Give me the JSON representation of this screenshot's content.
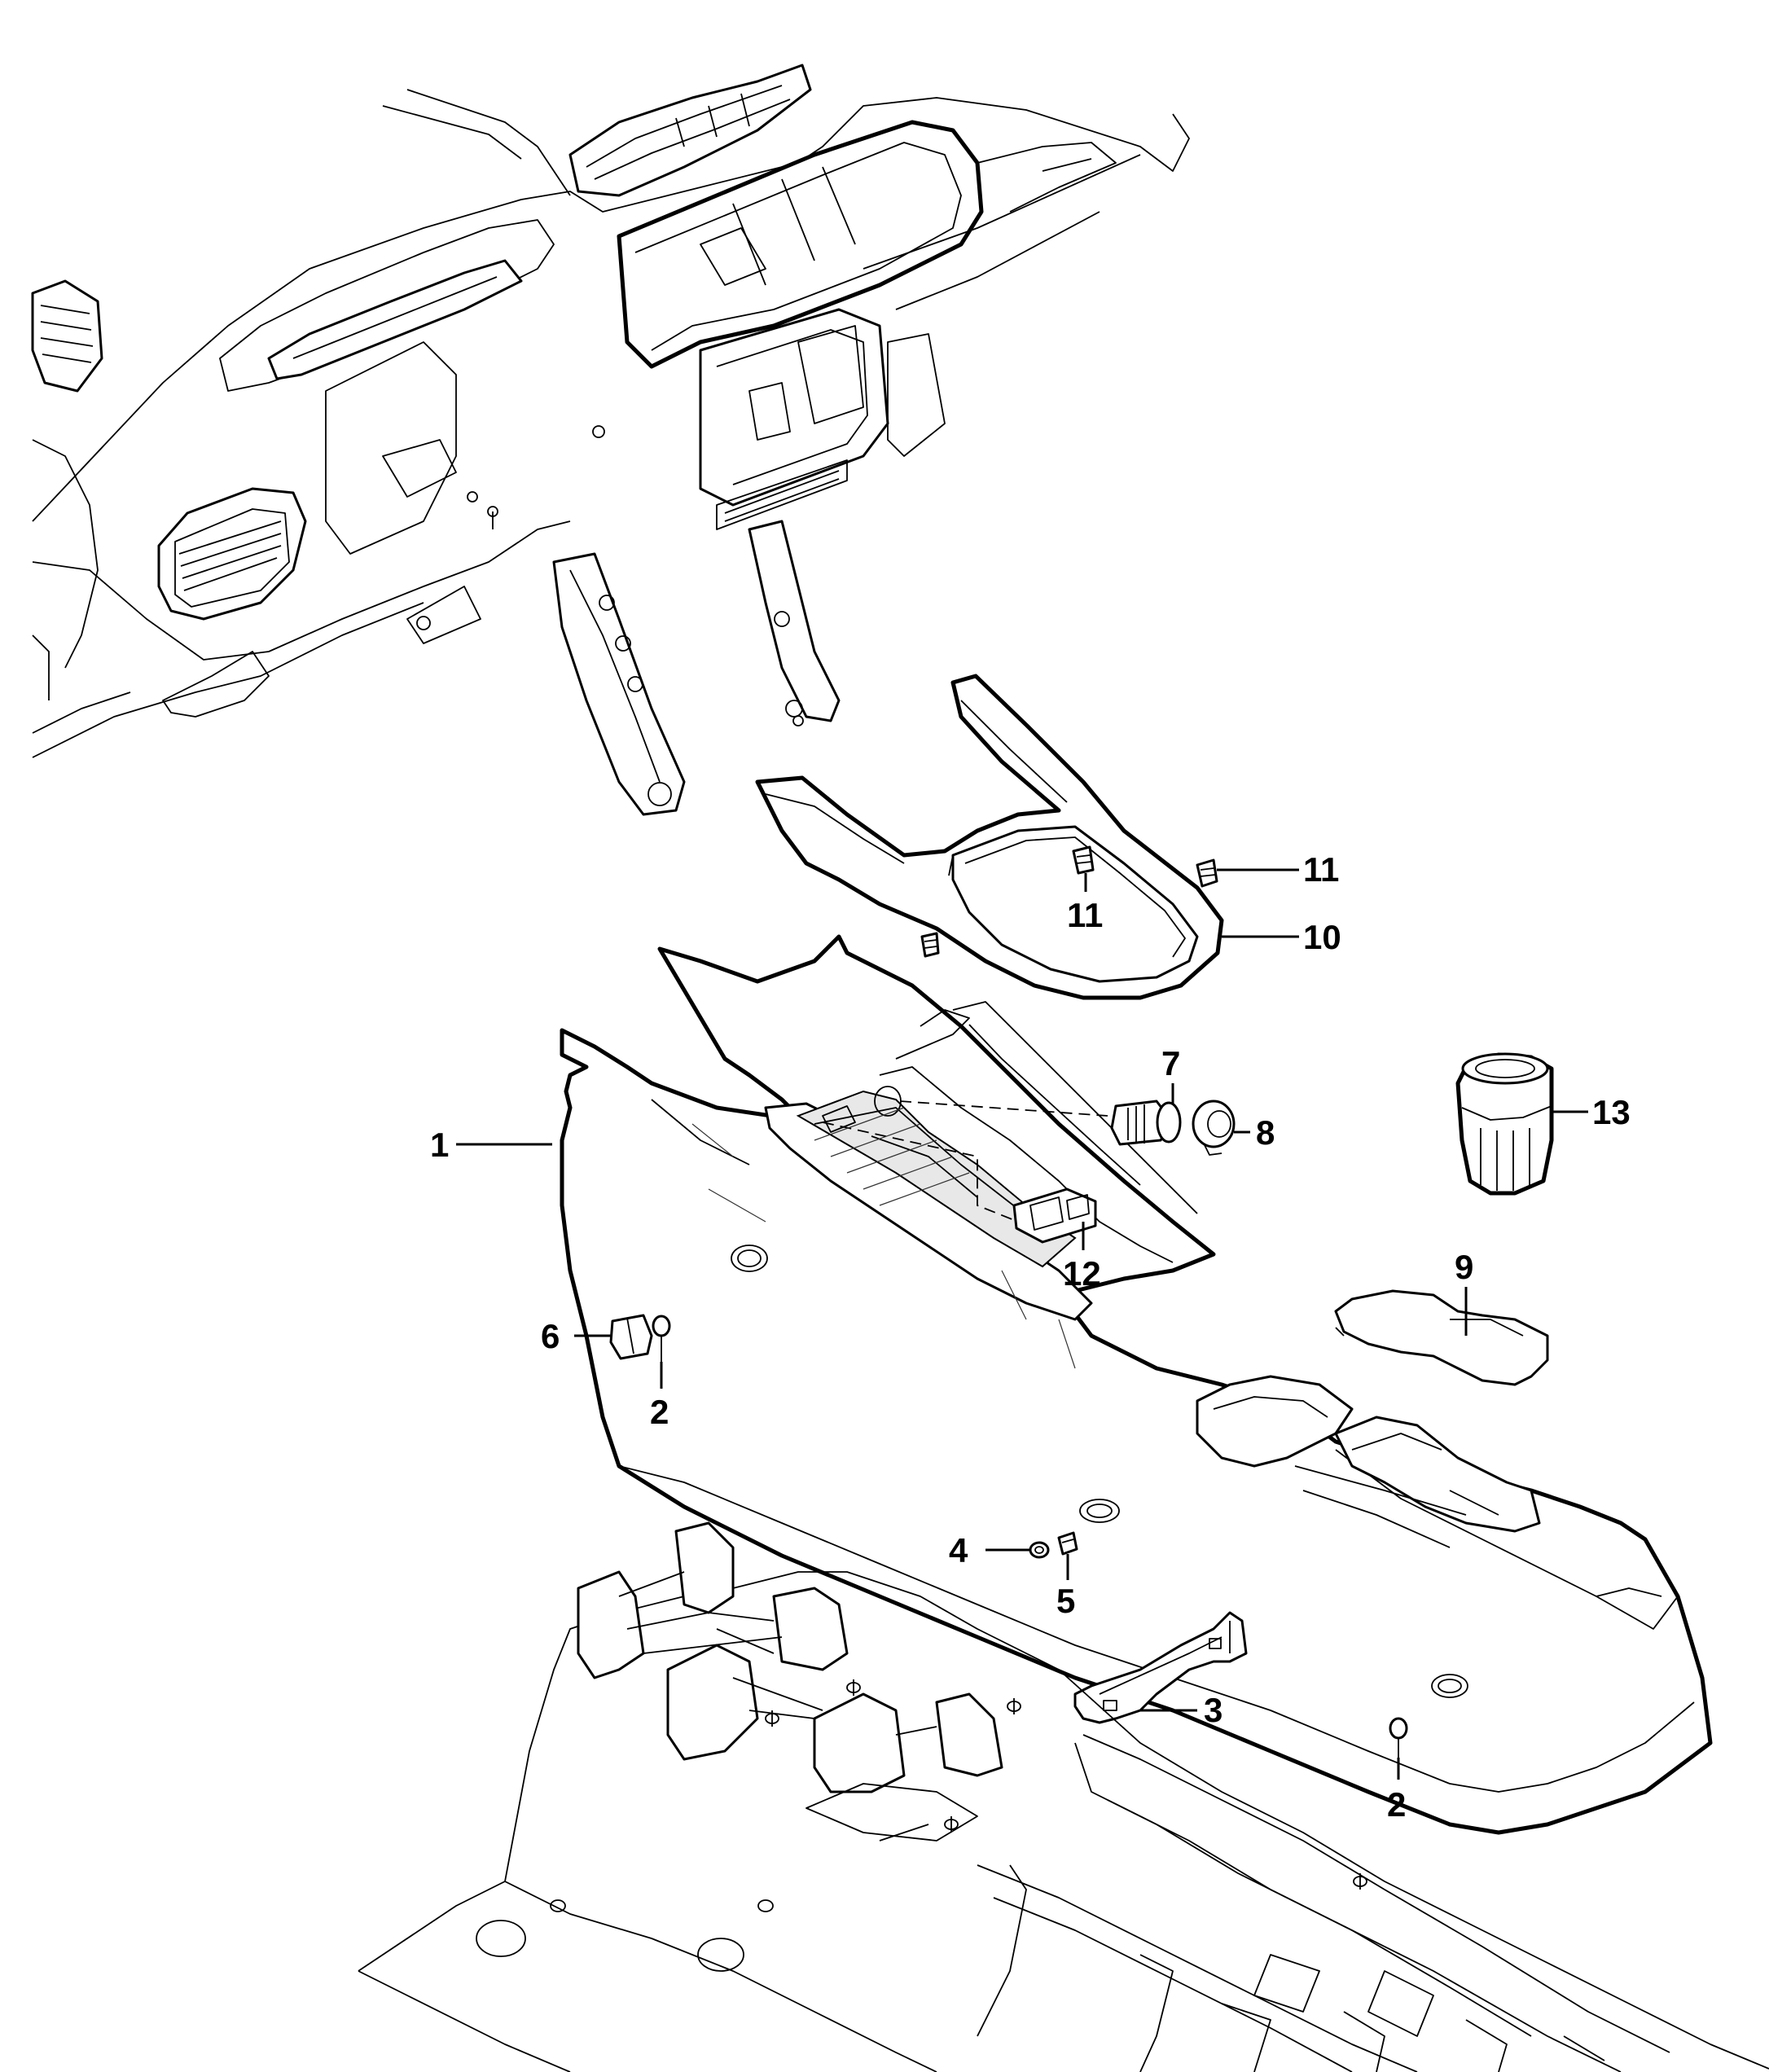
{
  "callouts": [
    {
      "id": "1",
      "label": "1",
      "part": "console-body"
    },
    {
      "id": "2a",
      "label": "2",
      "part": "screw-left"
    },
    {
      "id": "2b",
      "label": "2",
      "part": "screw-right"
    },
    {
      "id": "3",
      "label": "3",
      "part": "rear-bracket"
    },
    {
      "id": "4",
      "label": "4",
      "part": "bolt"
    },
    {
      "id": "5",
      "label": "5",
      "part": "clip-nut"
    },
    {
      "id": "6",
      "label": "6",
      "part": "side-plug"
    },
    {
      "id": "7",
      "label": "7",
      "part": "power-socket"
    },
    {
      "id": "8",
      "label": "8",
      "part": "socket-cap"
    },
    {
      "id": "9",
      "label": "9",
      "part": "cup-holder-mat"
    },
    {
      "id": "10",
      "label": "10",
      "part": "shifter-bezel"
    },
    {
      "id": "11a",
      "label": "11",
      "part": "bezel-clip-inner"
    },
    {
      "id": "11b",
      "label": "11",
      "part": "bezel-clip-outer"
    },
    {
      "id": "12",
      "label": "12",
      "part": "usb-switch"
    },
    {
      "id": "13",
      "label": "13",
      "part": "ashtray-cup"
    }
  ]
}
